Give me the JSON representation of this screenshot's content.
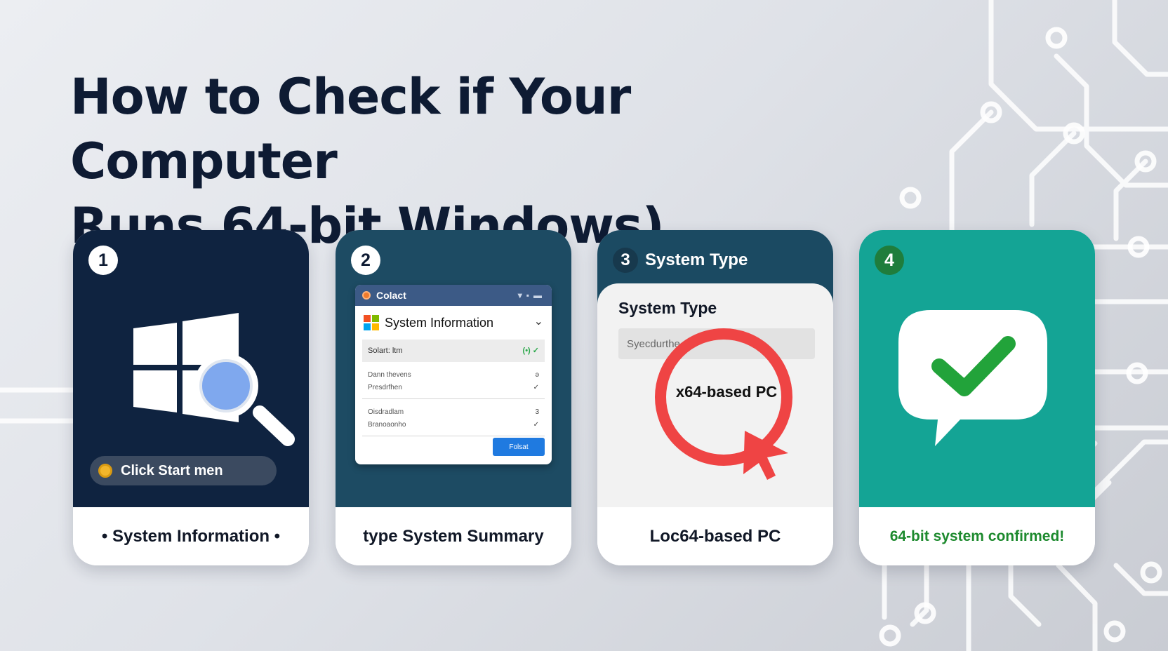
{
  "title": {
    "line1": "How to Check if Your Computer",
    "line2": "Runs 64-bit Windows)"
  },
  "colors": {
    "title": "#0e1b33",
    "card1_bg": "#0f2340",
    "card2_bg": "#1d4b63",
    "card3_bg": "#1b4a62",
    "card4_bg": "#14a495",
    "accent_red": "#ef4444",
    "accent_green": "#22a33a",
    "button_blue": "#1f7ae0"
  },
  "steps": [
    {
      "number": "1",
      "icon": "windows-logo-magnifier-icon",
      "pill_label": "Click Start men",
      "footer": "• System Information •"
    },
    {
      "number": "2",
      "dialog": {
        "title": "Colact",
        "heading": "System Information",
        "select_label": "Solart: ltm",
        "select_tag": "(•) ✓",
        "rows_a": [
          {
            "label": "Dann thevens",
            "mark": "ə"
          },
          {
            "label": "Presdrfhen",
            "mark": "✓"
          }
        ],
        "rows_b": [
          {
            "label": "Oisdradlam",
            "mark": "3"
          },
          {
            "label": "Branoaonho",
            "mark": "✓"
          }
        ],
        "button": "Folsat"
      },
      "footer": "type  System Summary"
    },
    {
      "number": "3",
      "header": "System Type",
      "label": "System Type",
      "field": "Syecdurthe",
      "highlight": "x64-based PC",
      "footer": "Loc64-based PC"
    },
    {
      "number": "4",
      "icon": "checkmark-chat-bubble-icon",
      "footer": "64-bit system confirmed!"
    }
  ]
}
